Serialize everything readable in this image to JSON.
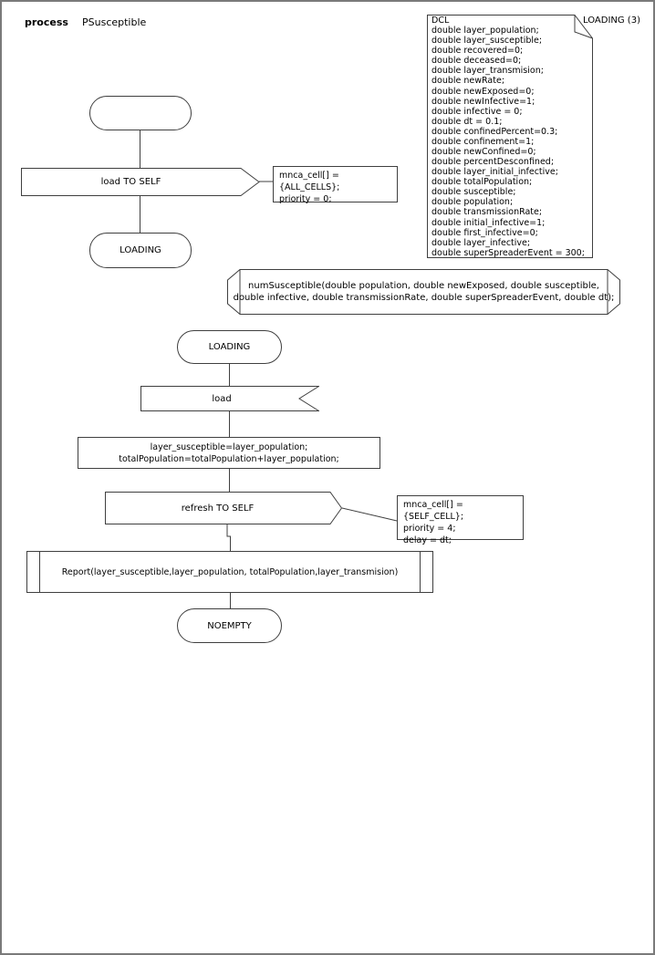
{
  "header": {
    "process_label": "process",
    "process_name": "PSusceptible"
  },
  "page_label": "LOADING (3)",
  "dcl": {
    "lines": [
      "DCL",
      "double layer_population;",
      "double layer_susceptible;",
      "double recovered=0;",
      "double deceased=0;",
      "double layer_transmision;",
      "double newRate;",
      "double newExposed=0;",
      "double newInfective=1;",
      "double infective = 0;",
      "double dt = 0.1;",
      "double confinedPercent=0.3;",
      "double confinement=1;",
      "double newConfined=0;",
      "double percentDesconfined;",
      "double layer_initial_infective;",
      "double totalPopulation;",
      "double susceptible;",
      "double population;",
      "double transmissionRate;",
      "double initial_infective=1;",
      "double first_infective=0;",
      "double layer_infective;",
      "double superSpreaderEvent = 300;"
    ]
  },
  "nodes": {
    "start_state": {
      "label": ""
    },
    "output_load": {
      "label": "load TO SELF"
    },
    "note_load": {
      "lines": [
        "mnca_cell[] = {ALL_CELLS};",
        "priority = 0;"
      ]
    },
    "state_loading_top": {
      "label": "LOADING"
    },
    "procedure_decl": {
      "lines": [
        "numSusceptible(double population, double newExposed, double susceptible,",
        "double infective, double transmissionRate, double superSpreaderEvent, double dt);"
      ]
    },
    "state_loading": {
      "label": "LOADING"
    },
    "input_load": {
      "label": "load"
    },
    "task_assign": {
      "lines": [
        "layer_susceptible=layer_population;",
        "totalPopulation=totalPopulation+layer_population;"
      ]
    },
    "output_refresh": {
      "label": "refresh TO SELF"
    },
    "note_refresh": {
      "lines": [
        "mnca_cell[] = {SELF_CELL};",
        "priority = 4;",
        "delay = dt;"
      ]
    },
    "call_report": {
      "label": "Report(layer_susceptible,layer_population, totalPopulation,layer_transmision)"
    },
    "state_noempty": {
      "label": "NOEMPTY"
    }
  },
  "colors": {
    "stroke": "#3f3f3f",
    "page_border": "#7a7a7a",
    "background": "#ffffff"
  }
}
